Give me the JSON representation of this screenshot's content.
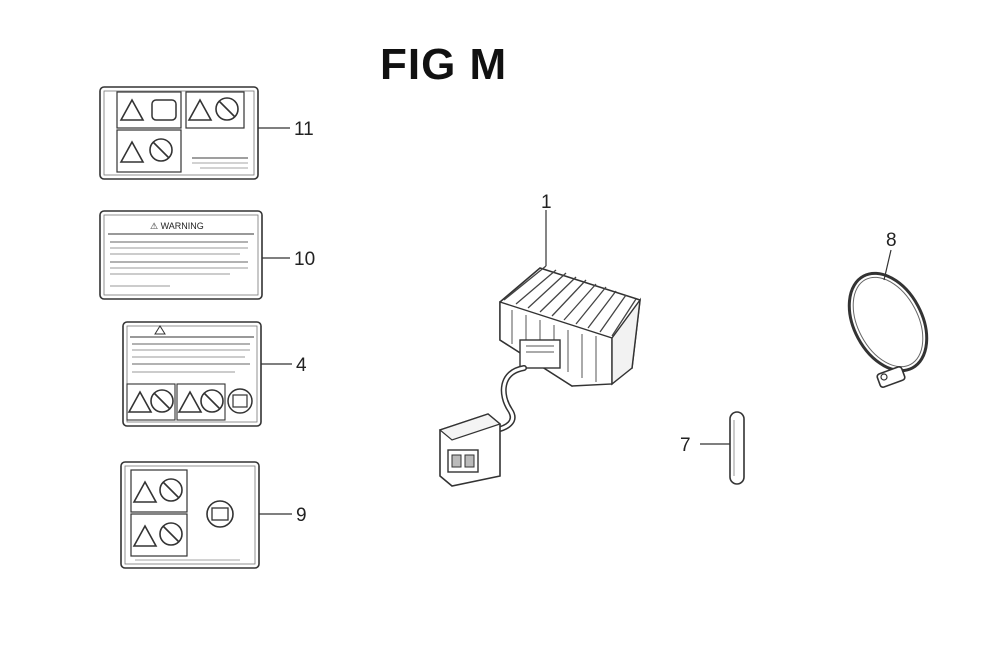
{
  "title": "FIG M",
  "callouts": {
    "c11": "11",
    "c10": "10",
    "c4": "4",
    "c9": "9",
    "c1": "1",
    "c8": "8",
    "c7": "7"
  },
  "parts": [
    {
      "ref": "11",
      "kind": "warning-label-pictograms"
    },
    {
      "ref": "10",
      "kind": "warning-label-text"
    },
    {
      "ref": "4",
      "kind": "warning-label-mixed"
    },
    {
      "ref": "9",
      "kind": "warning-label-pictograms"
    },
    {
      "ref": "1",
      "kind": "regulator-rectifier"
    },
    {
      "ref": "7",
      "kind": "pin"
    },
    {
      "ref": "8",
      "kind": "band-clamp"
    }
  ],
  "label10_heading": "⚠ WARNING",
  "colors": {
    "line": "#333333",
    "fill": "#ffffff"
  }
}
